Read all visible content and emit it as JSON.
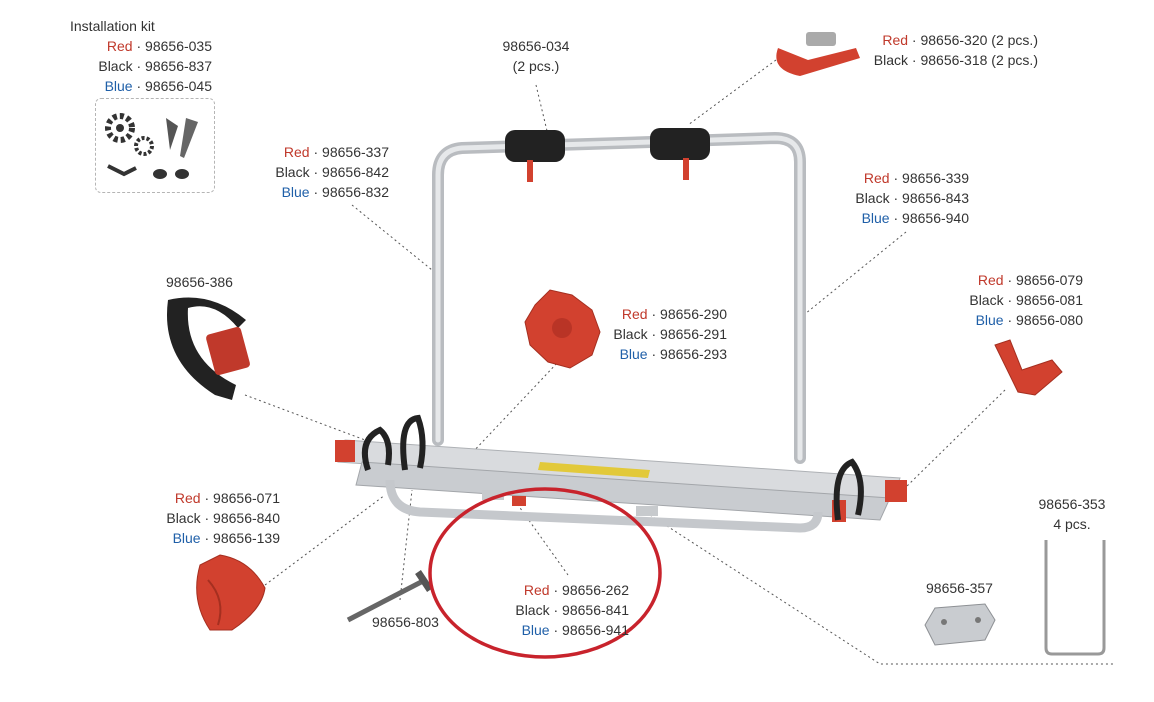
{
  "kit": {
    "title": "Installation kit",
    "rows": [
      {
        "color": "Red",
        "code": "98656-035"
      },
      {
        "color": "Black",
        "code": "98656-837"
      },
      {
        "color": "Blue",
        "code": "98656-045"
      }
    ]
  },
  "strap_clamp": {
    "code": "98656-034",
    "qty": "(2 pcs.)"
  },
  "holder_top": {
    "rows": [
      {
        "color": "Red",
        "code": "98656-320 (2 pcs.)"
      },
      {
        "color": "Black",
        "code": "98656-318 (2 pcs.)"
      }
    ]
  },
  "frame_left": {
    "rows": [
      {
        "color": "Red",
        "code": "98656-337"
      },
      {
        "color": "Black",
        "code": "98656-842"
      },
      {
        "color": "Blue",
        "code": "98656-832"
      }
    ]
  },
  "frame_right": {
    "rows": [
      {
        "color": "Red",
        "code": "98656-339"
      },
      {
        "color": "Black",
        "code": "98656-843"
      },
      {
        "color": "Blue",
        "code": "98656-940"
      }
    ]
  },
  "wheel_strap": {
    "code": "98656-386"
  },
  "knob": {
    "rows": [
      {
        "color": "Red",
        "code": "98656-290"
      },
      {
        "color": "Black",
        "code": "98656-291"
      },
      {
        "color": "Blue",
        "code": "98656-293"
      }
    ]
  },
  "end_cap": {
    "rows": [
      {
        "color": "Red",
        "code": "98656-079"
      },
      {
        "color": "Black",
        "code": "98656-081"
      },
      {
        "color": "Blue",
        "code": "98656-080"
      }
    ]
  },
  "wheel_cup": {
    "rows": [
      {
        "color": "Red",
        "code": "98656-071"
      },
      {
        "color": "Black",
        "code": "98656-840"
      },
      {
        "color": "Blue",
        "code": "98656-139"
      }
    ]
  },
  "highlight_part": {
    "rows": [
      {
        "color": "Red",
        "code": "98656-262"
      },
      {
        "color": "Black",
        "code": "98656-841"
      },
      {
        "color": "Blue",
        "code": "98656-941"
      }
    ]
  },
  "bolt": {
    "code": "98656-803"
  },
  "u_bolt": {
    "code": "98656-353",
    "qty": "4 pcs."
  },
  "plate": {
    "code": "98656-357"
  },
  "colors": {
    "red": "#c0392b",
    "blue": "#1f5fa8",
    "highlight_ring": "#c8232c",
    "part_red": "#d2412f"
  }
}
